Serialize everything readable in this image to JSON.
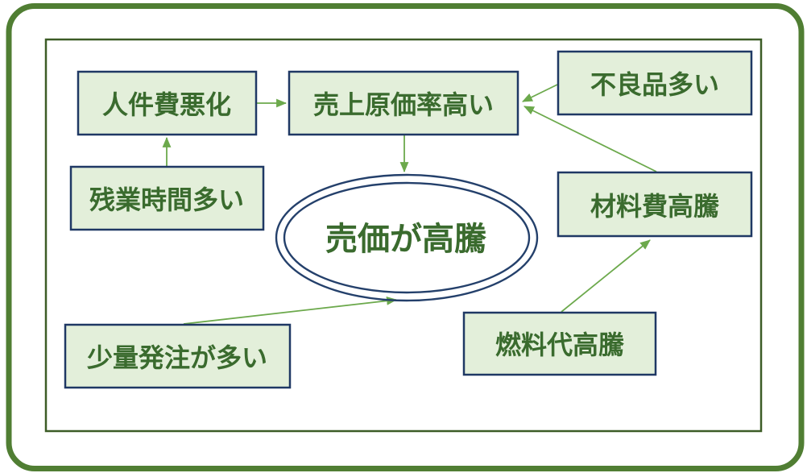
{
  "diagram": {
    "type": "cause-effect-diagram",
    "center_node": {
      "label": "売価が高騰",
      "shape": "double-ellipse"
    },
    "nodes": [
      {
        "id": "personnel-cost",
        "label": "人件費悪化"
      },
      {
        "id": "cogs-ratio",
        "label": "売上原価率高い"
      },
      {
        "id": "defects",
        "label": "不良品多い"
      },
      {
        "id": "overtime",
        "label": "残業時間多い"
      },
      {
        "id": "material-cost",
        "label": "材料費高騰"
      },
      {
        "id": "small-orders",
        "label": "少量発注が多い"
      },
      {
        "id": "fuel-cost",
        "label": "燃料代高騰"
      }
    ],
    "edges": [
      {
        "from": "残業時間多い",
        "to": "人件費悪化"
      },
      {
        "from": "人件費悪化",
        "to": "売上原価率高い"
      },
      {
        "from": "不良品多い",
        "to": "売上原価率高い"
      },
      {
        "from": "材料費高騰",
        "to": "売上原価率高い"
      },
      {
        "from": "燃料代高騰",
        "to": "材料費高騰"
      },
      {
        "from": "売上原価率高い",
        "to": "売価が高騰"
      },
      {
        "from": "少量発注が多い",
        "to": "売価が高騰"
      }
    ],
    "colors": {
      "outer_border": "#507e33",
      "inner_border": "#3c5c26",
      "box_fill": "#e3efda",
      "box_border": "#1f3864",
      "text_color": "#3a6b2e",
      "arrow_color": "#6ca94c",
      "ellipse_border": "#24406b",
      "background": "#ffffff"
    }
  }
}
